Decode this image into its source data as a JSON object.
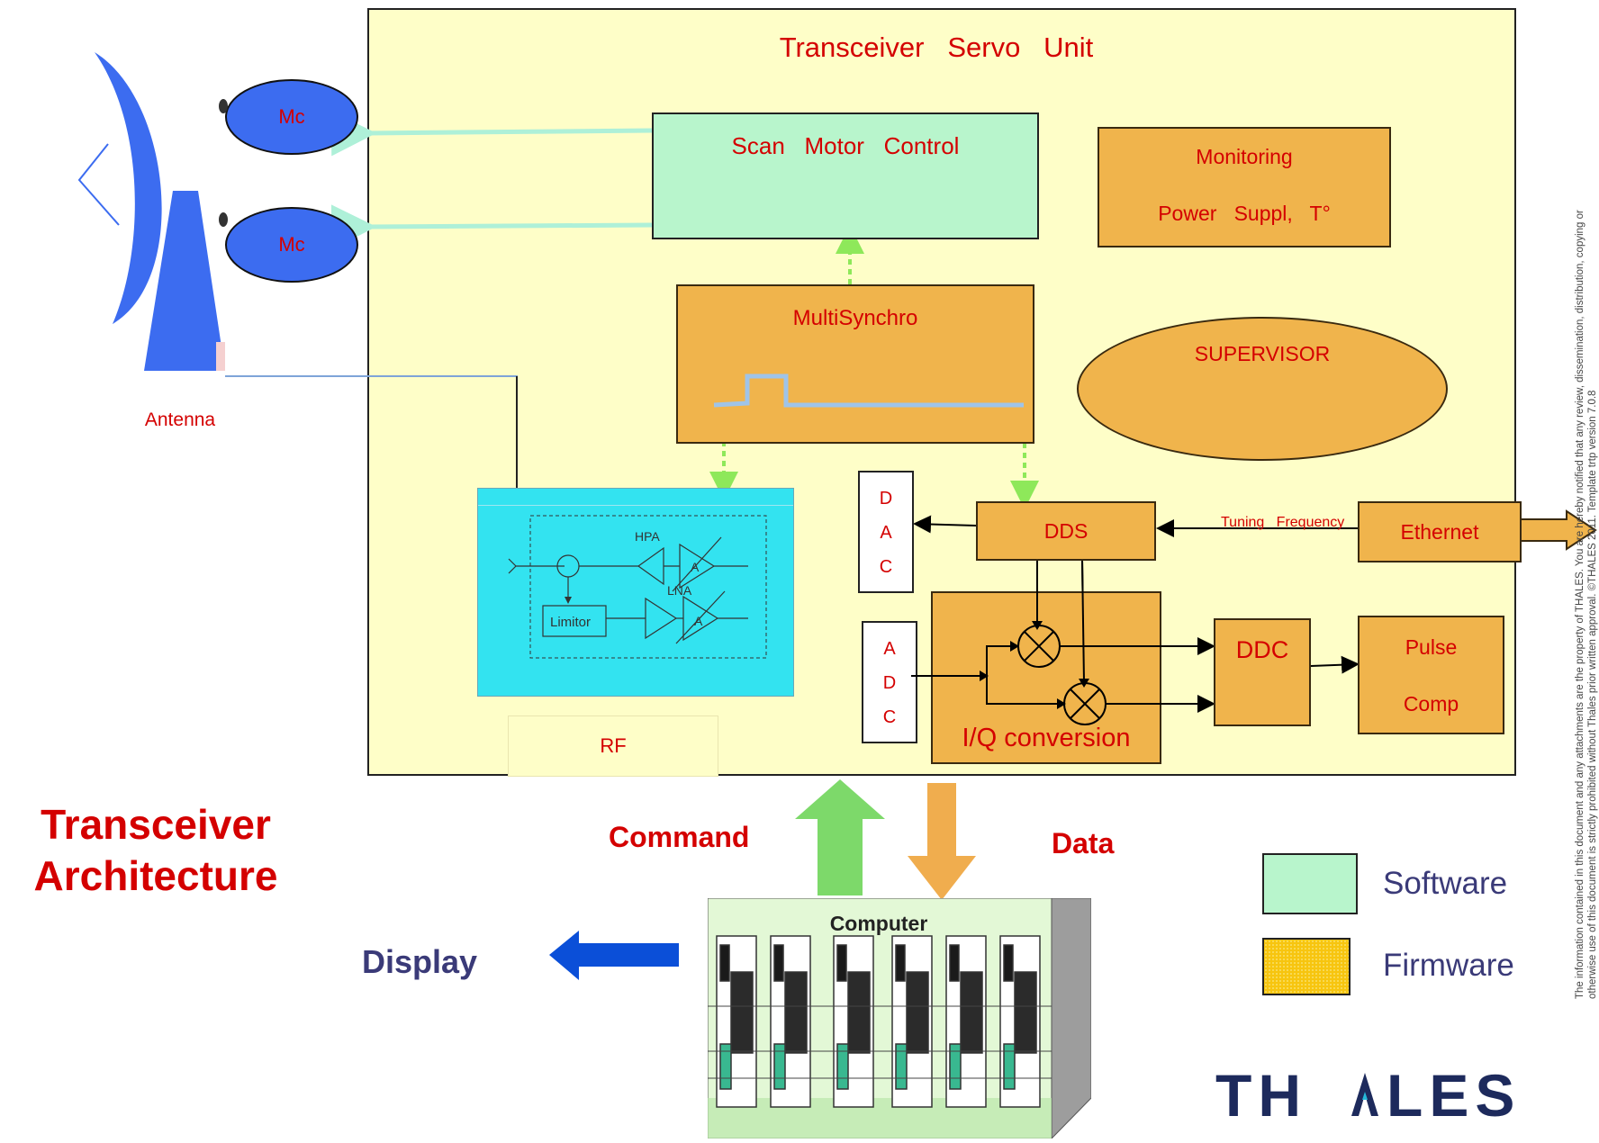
{
  "title": {
    "servo_unit": "Transceiver   Servo   Unit",
    "architecture_line1": "Transceiver",
    "architecture_line2": "Architecture"
  },
  "antenna": {
    "label": "Antenna",
    "motor1": "Mc",
    "motor2": "Mc"
  },
  "blocks": {
    "scan_motor_control": "Scan   Motor   Control",
    "monitoring": "Monitoring",
    "power_supply": "Power   Suppl,   T°",
    "multisynchro": "MultiSynchro",
    "supervisor": "SUPERVISOR",
    "dac": [
      "D",
      "A",
      "C"
    ],
    "adc": [
      "A",
      "D",
      "C"
    ],
    "dds": "DDS",
    "tuning_frequency": "Tuning   Frequency",
    "ethernet": "Ethernet",
    "iq_conversion": "I/Q conversion",
    "ddc": "DDC",
    "pulse": "Pulse",
    "comp": "Comp",
    "rf": "RF",
    "rf_hpa": "HPA",
    "rf_lna": "LNA",
    "rf_limitor": "Limitor",
    "rf_a1": "A",
    "rf_a2": "A"
  },
  "flows": {
    "command": "Command",
    "data": "Data",
    "display": "Display"
  },
  "computer": {
    "label": "Computer"
  },
  "legend": {
    "software": "Software",
    "firmware": "Firmware"
  },
  "logo": {
    "text": "THALES"
  },
  "disclaimer": {
    "line1": "The information contained in this document and any attachments are the property of THALES. You are hereby notified that any review, dissemination, distribution, copying or",
    "line2": "otherwise use of this document is strictly prohibited without Thales prior written approval. ©THALES 2011. Template trtp version 7.0.8"
  },
  "colors": {
    "servo_unit_bg": "#fefec8",
    "software": "#b8f5cc",
    "firmware": "#f0b44c",
    "rf_box": "#33e3f0",
    "title_red": "#d40000",
    "display_blue": "#0b4fd8",
    "antenna_blue": "#3c6cf0",
    "command_green": "#7dd96a",
    "data_orange": "#f0ad4e"
  }
}
